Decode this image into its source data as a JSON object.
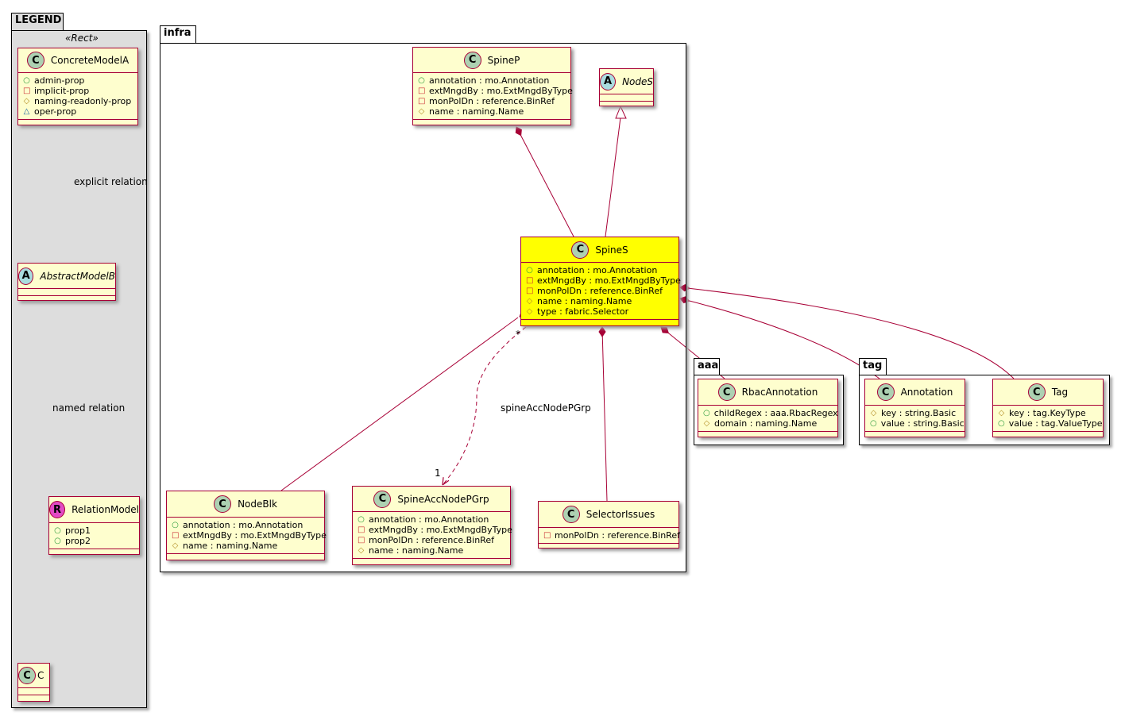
{
  "packages": {
    "legend": "LEGEND",
    "infra": "infra",
    "aaa": "aaa",
    "tag": "tag"
  },
  "legend_stereotype": "«Rect»",
  "colors": {
    "border": "#A80036",
    "class_bg": "#FEFECE",
    "highlight_bg": "#FFFF00",
    "legend_bg": "#DDDDDD"
  },
  "classes": [
    {
      "id": "ConcreteModelA",
      "kind": "C",
      "name": "ConcreteModelA",
      "attrs": [
        [
          "+",
          "admin-prop"
        ],
        [
          "-",
          "implicit-prop"
        ],
        [
          "#",
          "naming-readonly-prop"
        ],
        [
          "~",
          "oper-prop"
        ]
      ]
    },
    {
      "id": "AbstractModelB",
      "kind": "A",
      "name": "AbstractModelB",
      "abstract": true,
      "attrs": []
    },
    {
      "id": "RelationModel",
      "kind": "R",
      "name": "RelationModel",
      "attrs": [
        [
          "+",
          "prop1"
        ],
        [
          "+",
          "prop2"
        ]
      ]
    },
    {
      "id": "C",
      "kind": "C",
      "name": "C",
      "attrs": []
    },
    {
      "id": "SpineP",
      "kind": "C",
      "name": "SpineP",
      "attrs": [
        [
          "+",
          "annotation : mo.Annotation"
        ],
        [
          "-",
          "extMngdBy : mo.ExtMngdByType"
        ],
        [
          "-",
          "monPolDn : reference.BinRef"
        ],
        [
          "#",
          "name : naming.Name"
        ]
      ]
    },
    {
      "id": "NodeS",
      "kind": "A",
      "name": "NodeS",
      "abstract": true,
      "attrs": []
    },
    {
      "id": "SpineS",
      "kind": "C",
      "name": "SpineS",
      "highlight": true,
      "attrs": [
        [
          "+",
          "annotation : mo.Annotation"
        ],
        [
          "-",
          "extMngdBy : mo.ExtMngdByType"
        ],
        [
          "-",
          "monPolDn : reference.BinRef"
        ],
        [
          "#",
          "name : naming.Name"
        ],
        [
          "#",
          "type : fabric.Selector"
        ]
      ]
    },
    {
      "id": "NodeBlk",
      "kind": "C",
      "name": "NodeBlk",
      "attrs": [
        [
          "+",
          "annotation : mo.Annotation"
        ],
        [
          "-",
          "extMngdBy : mo.ExtMngdByType"
        ],
        [
          "#",
          "name : naming.Name"
        ]
      ]
    },
    {
      "id": "SpineAccNodePGrp",
      "kind": "C",
      "name": "SpineAccNodePGrp",
      "attrs": [
        [
          "+",
          "annotation : mo.Annotation"
        ],
        [
          "-",
          "extMngdBy : mo.ExtMngdByType"
        ],
        [
          "-",
          "monPolDn : reference.BinRef"
        ],
        [
          "#",
          "name : naming.Name"
        ]
      ]
    },
    {
      "id": "SelectorIssues",
      "kind": "C",
      "name": "SelectorIssues",
      "attrs": [
        [
          "-",
          "monPolDn : reference.BinRef"
        ]
      ]
    },
    {
      "id": "RbacAnnotation",
      "kind": "C",
      "name": "RbacAnnotation",
      "attrs": [
        [
          "+",
          "childRegex : aaa.RbacRegex"
        ],
        [
          "#",
          "domain : naming.Name"
        ]
      ]
    },
    {
      "id": "Annotation",
      "kind": "C",
      "name": "Annotation",
      "attrs": [
        [
          "#",
          "key : string.Basic"
        ],
        [
          "+",
          "value : string.Basic"
        ]
      ]
    },
    {
      "id": "Tag",
      "kind": "C",
      "name": "Tag",
      "attrs": [
        [
          "#",
          "key : tag.KeyType"
        ],
        [
          "+",
          "value : tag.ValueType"
        ]
      ]
    }
  ],
  "relations": {
    "explicit": "explicit relation",
    "named": "named relation",
    "spineAcc": "spineAccNodePGrp",
    "mult_from": "*",
    "mult_to": "1"
  }
}
